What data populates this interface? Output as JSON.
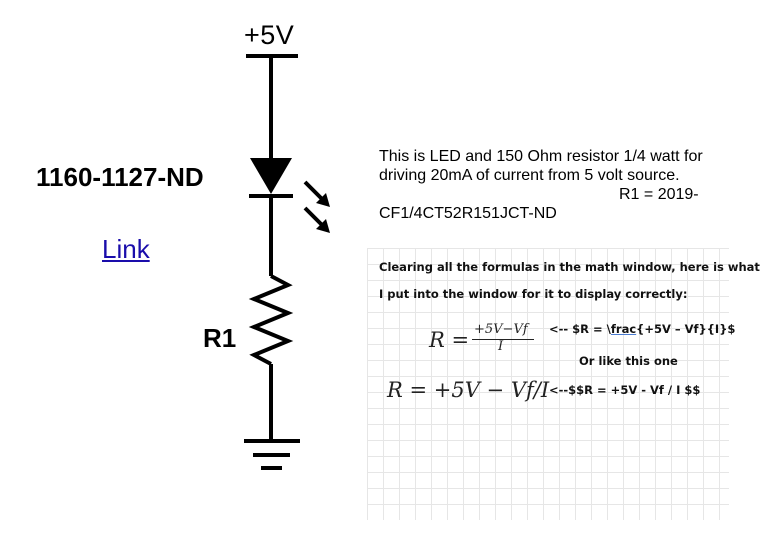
{
  "schematic": {
    "supply_label": "+5V",
    "part_number": "1160-1127-ND",
    "link_text": "Link",
    "resistor_label": "R1",
    "icons": [
      "led-diode-symbol",
      "light-emission-arrows",
      "resistor-zigzag",
      "ground-symbol"
    ]
  },
  "description": {
    "line1": "This is LED and 150 Ohm resistor 1/4 watt for",
    "line2": "driving 20mA of current from 5 volt source.",
    "line3": "R1 = 2019-",
    "line4": "CF1/4CT52R151JCT-ND"
  },
  "notes": {
    "line1": "Clearing all the formulas in the math window, here is what",
    "line2": "I put into the window for it to display correctly:",
    "formula1_lhs": "R =",
    "formula1_numerator": "+5V−Vf",
    "formula1_denominator": "I",
    "formula1_code_prefix": "<-- $R = \\",
    "formula1_code_frac": "frac",
    "formula1_code_suffix": "{+5V – Vf}{I}$",
    "or_like": "Or like this one",
    "formula2": "R = +5V − Vf/I",
    "formula2_code": "<--$$R = +5V - Vf / I $$"
  }
}
